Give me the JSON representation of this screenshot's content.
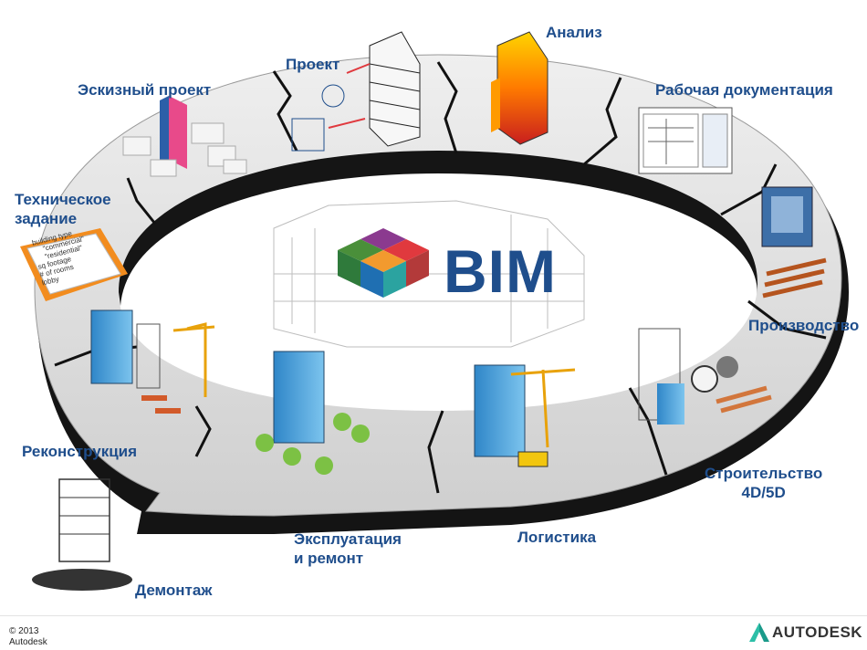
{
  "center": {
    "logo_text": "BIM"
  },
  "stages": [
    {
      "id": "eskiz",
      "label": "Эскизный проект"
    },
    {
      "id": "proekt",
      "label": "Проект"
    },
    {
      "id": "analiz",
      "label": "Анализ"
    },
    {
      "id": "rabochaya",
      "label": "Рабочая документация"
    },
    {
      "id": "tz",
      "label_lines": [
        "Техническое",
        "задание"
      ]
    },
    {
      "id": "proizvodstvo",
      "label": "Производство"
    },
    {
      "id": "rekonstr",
      "label": "Реконструкция"
    },
    {
      "id": "stroit",
      "label_lines": [
        "Строительство",
        "4D/5D"
      ]
    },
    {
      "id": "logistika",
      "label": "Логистика"
    },
    {
      "id": "ekspl",
      "label_lines": [
        "Эксплуатация",
        "и ремонт"
      ]
    },
    {
      "id": "demontazh",
      "label": "Демонтаж"
    }
  ],
  "checklist": {
    "items": [
      "building type",
      "\"commercial\"",
      "\"residential\"",
      "sq footage",
      "# of rooms",
      "lobby"
    ]
  },
  "footer": {
    "copyright": "© 2013",
    "company": "Autodesk",
    "brand": "AUTODESK"
  },
  "colors": {
    "label_blue": "#1f4e8c",
    "ring_gray": "#d9d9d9",
    "ring_dark": "#1a1a1a",
    "building_blue": "#4aa3df",
    "crane_orange": "#f2a20f",
    "lumber_orange": "#e07a3c"
  }
}
